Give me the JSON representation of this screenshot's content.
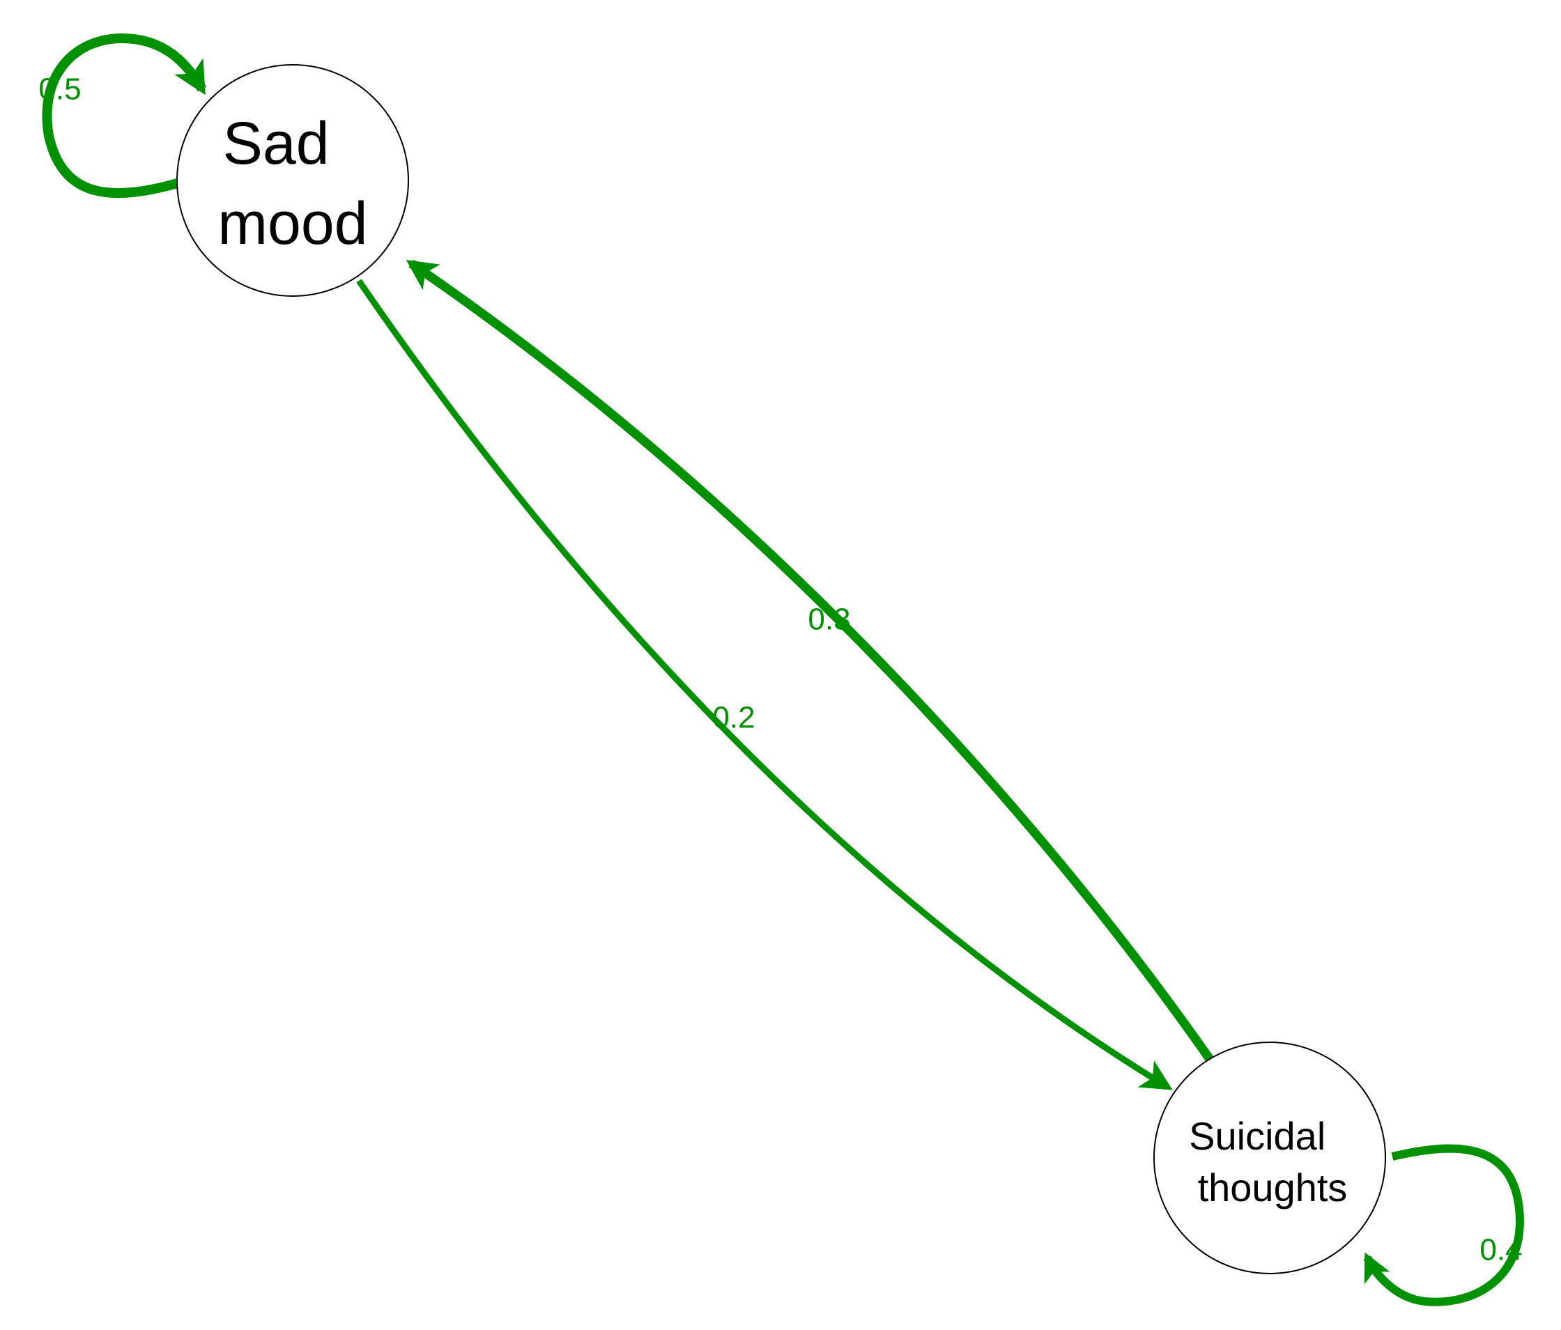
{
  "edge_color": "#009100",
  "node_stroke_color": "#000000",
  "node_fill_color": "#ffffff",
  "nodes": [
    {
      "id": "sad-mood",
      "label_lines": [
        "Sad",
        "mood"
      ]
    },
    {
      "id": "suicidal-thoughts",
      "label_lines": [
        "Suicidal",
        "thoughts"
      ]
    }
  ],
  "edges": [
    {
      "from": "sad-mood",
      "to": "sad-mood",
      "weight": 0.5,
      "label": "0.5"
    },
    {
      "from": "sad-mood",
      "to": "suicidal-thoughts",
      "weight": 0.2,
      "label": "0.2"
    },
    {
      "from": "suicidal-thoughts",
      "to": "sad-mood",
      "weight": 0.3,
      "label": "0.3"
    },
    {
      "from": "suicidal-thoughts",
      "to": "suicidal-thoughts",
      "weight": 0.4,
      "label": "0.4"
    }
  ]
}
